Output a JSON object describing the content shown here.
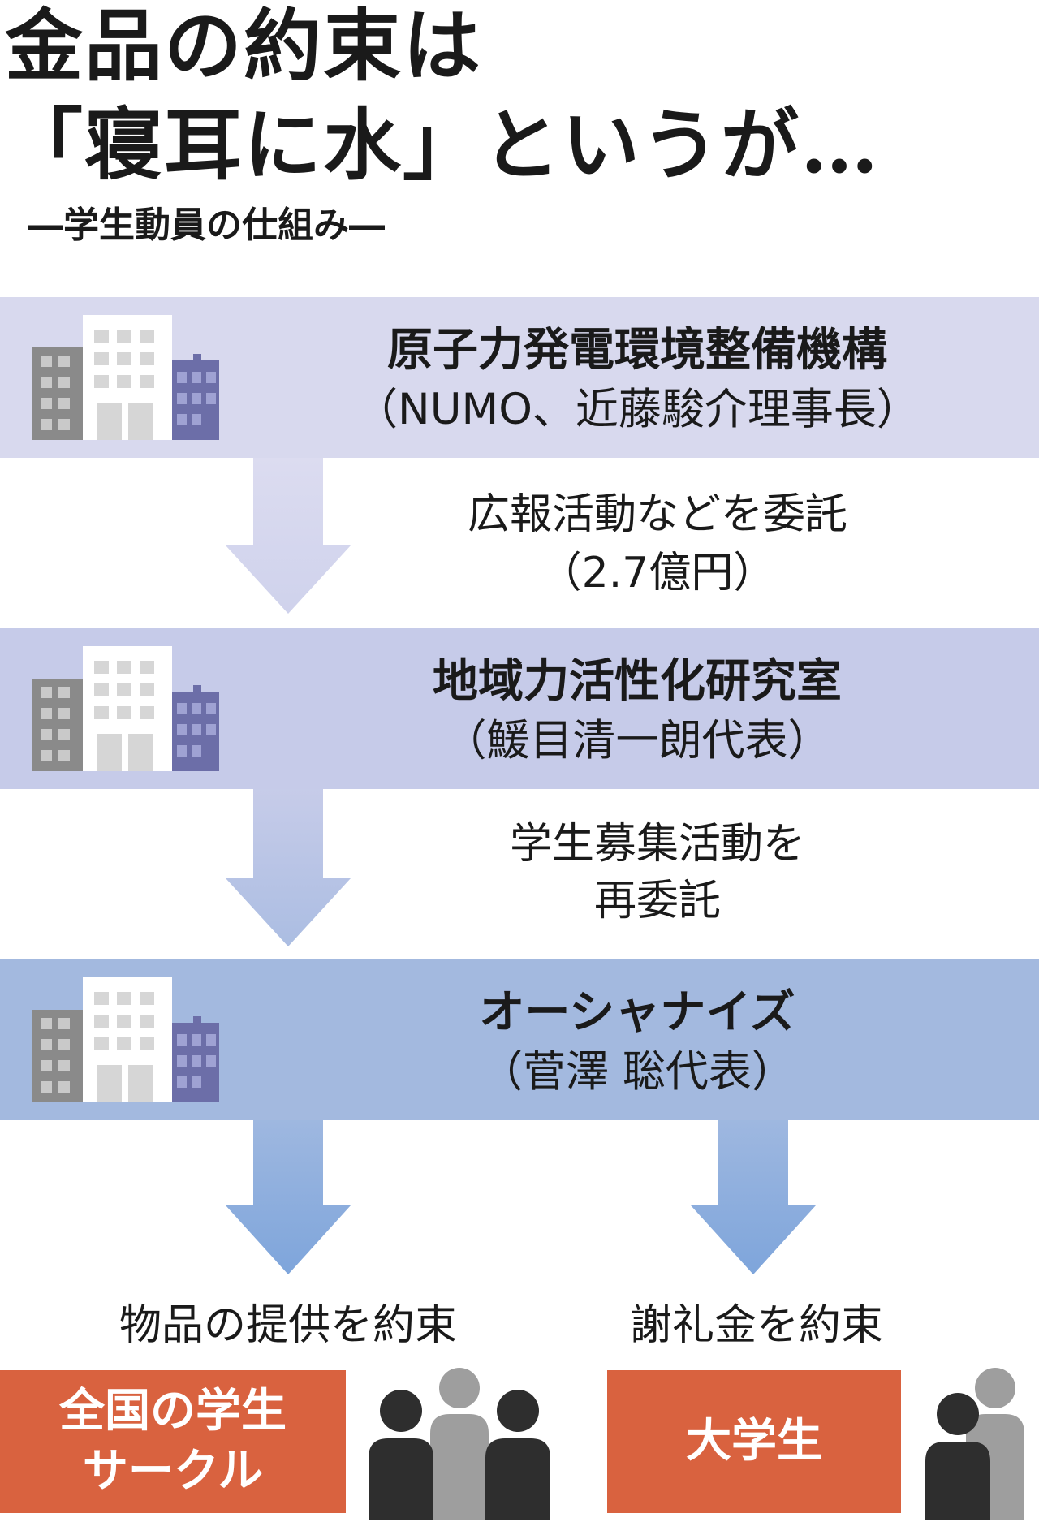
{
  "header": {
    "title_line1": "金品の約束は",
    "title_line2": "「寝耳に水」というが…",
    "subtitle": "―学生動員の仕組み―"
  },
  "orgs": [
    {
      "name": "原子力発電環境整備機構",
      "sub": "（NUMO、近藤駿介理事長）"
    },
    {
      "name": "地域力活性化研究室",
      "sub": "（鰀目清一朗代表）"
    },
    {
      "name": "オーシャナイズ",
      "sub": "（菅澤 聡代表）"
    }
  ],
  "steps": [
    {
      "line1": "広報活動などを委託",
      "line2": "（2.7億円）"
    },
    {
      "line1": "学生募集活動を",
      "line2": "再委託"
    }
  ],
  "targets": [
    {
      "promise": "物品の提供を約束",
      "line1": "全国の学生",
      "line2": "サークル"
    },
    {
      "promise": "謝礼金を約束",
      "line1": "大学生"
    }
  ],
  "colors": {
    "band1": "#d8d9ee",
    "band2": "#c6cbe9",
    "band3": "#a3b9df",
    "orange": "#d9623f"
  },
  "icons": {
    "building": "building-icon",
    "people": "people-icon"
  }
}
